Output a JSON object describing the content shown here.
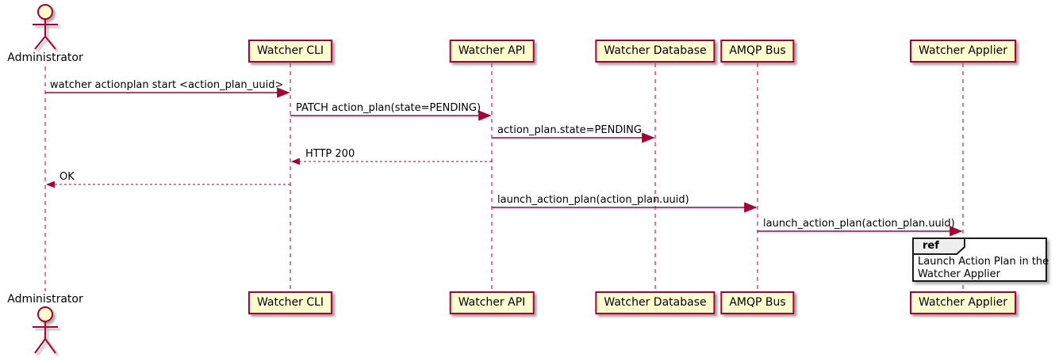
{
  "diagram": {
    "kind": "uml-sequence-diagram",
    "actor": "Administrator",
    "participants": [
      "Watcher CLI",
      "Watcher API",
      "Watcher Database",
      "AMQP Bus",
      "Watcher Applier"
    ],
    "messages": [
      {
        "from": "Administrator",
        "to": "Watcher CLI",
        "text": "watcher actionplan start <action_plan_uuid>",
        "line": "solid"
      },
      {
        "from": "Watcher CLI",
        "to": "Watcher API",
        "text": "PATCH action_plan(state=PENDING)",
        "line": "solid"
      },
      {
        "from": "Watcher API",
        "to": "Watcher Database",
        "text": "action_plan.state=PENDING",
        "line": "solid"
      },
      {
        "from": "Watcher API",
        "to": "Watcher CLI",
        "text": "HTTP 200",
        "line": "dashed"
      },
      {
        "from": "Watcher CLI",
        "to": "Administrator",
        "text": "OK",
        "line": "dashed"
      },
      {
        "from": "Watcher API",
        "to": "AMQP Bus",
        "text": "launch_action_plan(action_plan.uuid)",
        "line": "solid"
      },
      {
        "from": "AMQP Bus",
        "to": "Watcher Applier",
        "text": "launch_action_plan(action_plan.uuid)",
        "line": "solid"
      }
    ],
    "ref": {
      "keyword": "ref",
      "over": "Watcher Applier",
      "lines": [
        "Launch Action Plan in the",
        "Watcher Applier"
      ]
    },
    "colors": {
      "participant_fill": "#FEFECE",
      "participant_border": "#A80036",
      "arrow": "#A80036",
      "lifeline": "#A80036",
      "actor_head_fill": "#FEFECE",
      "ref_header_fill": "#EEEEEE",
      "ref_border": "#1A1A1A",
      "text": "#000000",
      "background": "#FFFFFF"
    }
  }
}
